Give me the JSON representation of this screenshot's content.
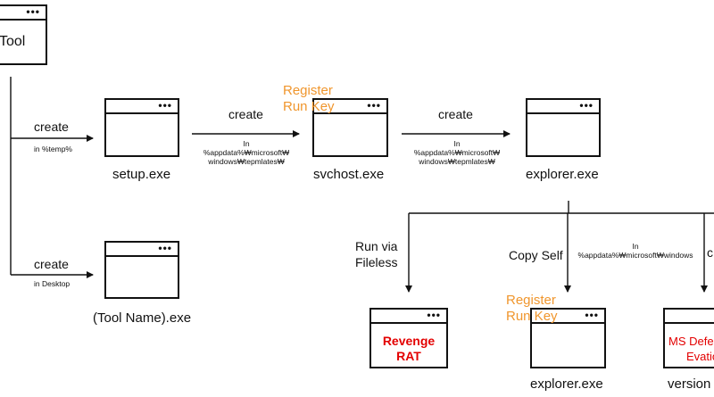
{
  "nodes": {
    "tool": "Tool",
    "setup": "setup.exe",
    "svchost": "svchost.exe",
    "explorer_top": "explorer.exe",
    "tool_name": "(Tool Name).exe",
    "explorer_bottom": "explorer.exe",
    "version": "version"
  },
  "edges": {
    "create_temp": "create",
    "in_temp": "in %temp%",
    "create_desktop": "create",
    "in_desktop": "in Desktop",
    "create_svchost": "create",
    "path_svchost_line1": "In",
    "path_svchost_line2": "%appdata%₩microsoft₩",
    "path_svchost_line3": "windows₩tepmlates₩",
    "create_explorer": "create",
    "path_explorer_line1": "In",
    "path_explorer_line2": "%appdata%₩microsoft₩",
    "path_explorer_line3": "windows₩tepmlates₩",
    "run_via_line1": "Run via",
    "run_via_line2": "Fileless",
    "copy_self": "Copy Self",
    "copy_path_line1": "In",
    "copy_path_line2": "%appdata%₩microsoft₩windows",
    "cut_label": "c"
  },
  "annotations": {
    "register_top_line1": "Register",
    "register_top_line2": "Run Key",
    "register_bottom_line1": "Register",
    "register_bottom_line2": "Run Key"
  },
  "window_content": {
    "revenge_line1": "Revenge",
    "revenge_line2": "RAT",
    "defender_line1": "MS Defe",
    "defender_line2": "Evatio"
  },
  "window_dots": "•••",
  "colors": {
    "orange": "#f0962d",
    "red": "#e30000",
    "stroke": "#111111"
  }
}
